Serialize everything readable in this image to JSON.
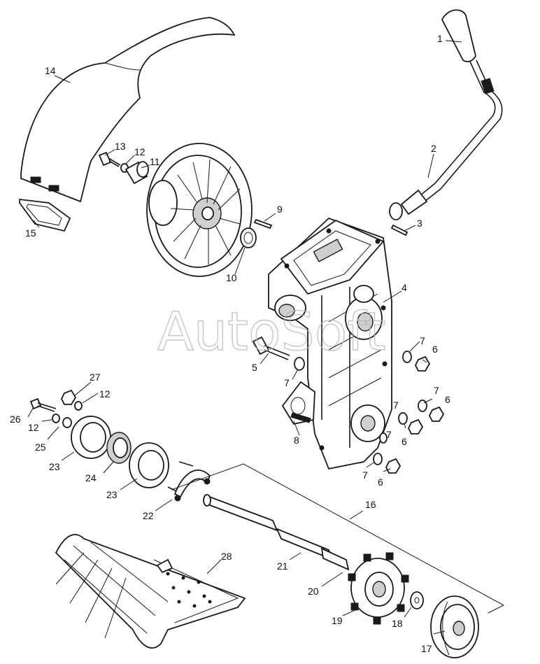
{
  "watermark": "AutoSoft",
  "callouts": [
    "1",
    "2",
    "3",
    "4",
    "5",
    "6",
    "6",
    "6",
    "6",
    "7",
    "7",
    "7",
    "7",
    "7",
    "7",
    "8",
    "9",
    "10",
    "11",
    "12",
    "12",
    "12",
    "13",
    "14",
    "15",
    "16",
    "17",
    "18",
    "19",
    "20",
    "21",
    "22",
    "23",
    "23",
    "24",
    "25",
    "26",
    "27",
    "28"
  ],
  "colors": {
    "line": "#1a1a1a",
    "watermark": "#b8b8b8",
    "background": "#ffffff"
  }
}
